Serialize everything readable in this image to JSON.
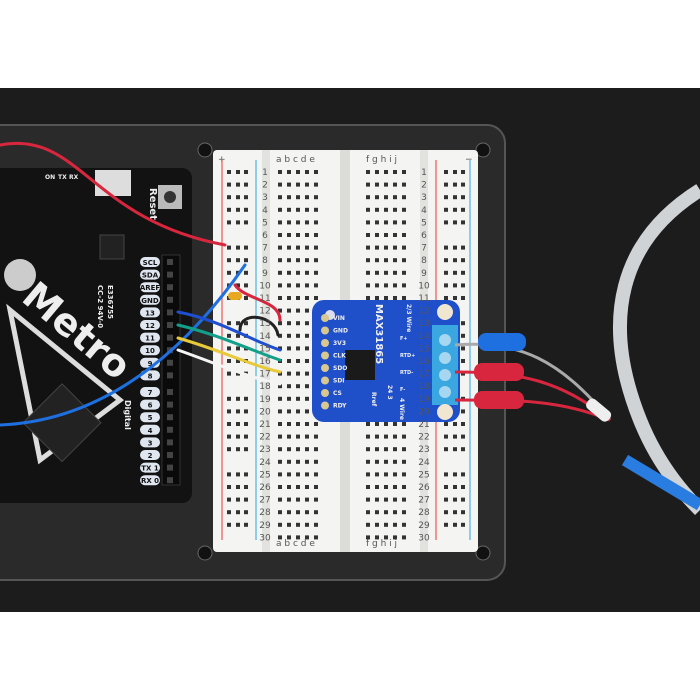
{
  "metro_board": {
    "logo": "Metro",
    "reset_label": "Reset",
    "header_labels": [
      "SCL",
      "SDA",
      "AREF",
      "GND",
      "13",
      "12",
      "11",
      "10",
      "9",
      "8",
      "7",
      "6",
      "5",
      "4",
      "3",
      "2",
      "TX 1",
      "RX 0"
    ],
    "digital_label": "Digital",
    "led_labels": [
      "ON",
      "TX",
      "RX"
    ],
    "part_code": "E336755",
    "part_code2": "CC-2 94V-0"
  },
  "breadboard": {
    "left_columns": "a b c d e",
    "right_columns": "f g h i j",
    "row_count": 30,
    "plus": "+",
    "minus": "−"
  },
  "module": {
    "title": "MAX31865",
    "wire_label": "2/3 Wire",
    "pins": [
      "VIN",
      "GND",
      "3V3",
      "CLK",
      "SDO",
      "SDI",
      "CS",
      "RDY"
    ],
    "terminal_labels": [
      "F+",
      "RTD+",
      "RTD-",
      "F-"
    ],
    "rref_label": "Rref",
    "jumper_label": "24 3",
    "four_wire": "4 Wire"
  },
  "colors": {
    "background": "#1c1c1c",
    "module_blue": "#1f4fc9",
    "terminal": "#3aa7e0",
    "wire_red": "#d7263d",
    "wire_blue": "#1e6fe0"
  }
}
